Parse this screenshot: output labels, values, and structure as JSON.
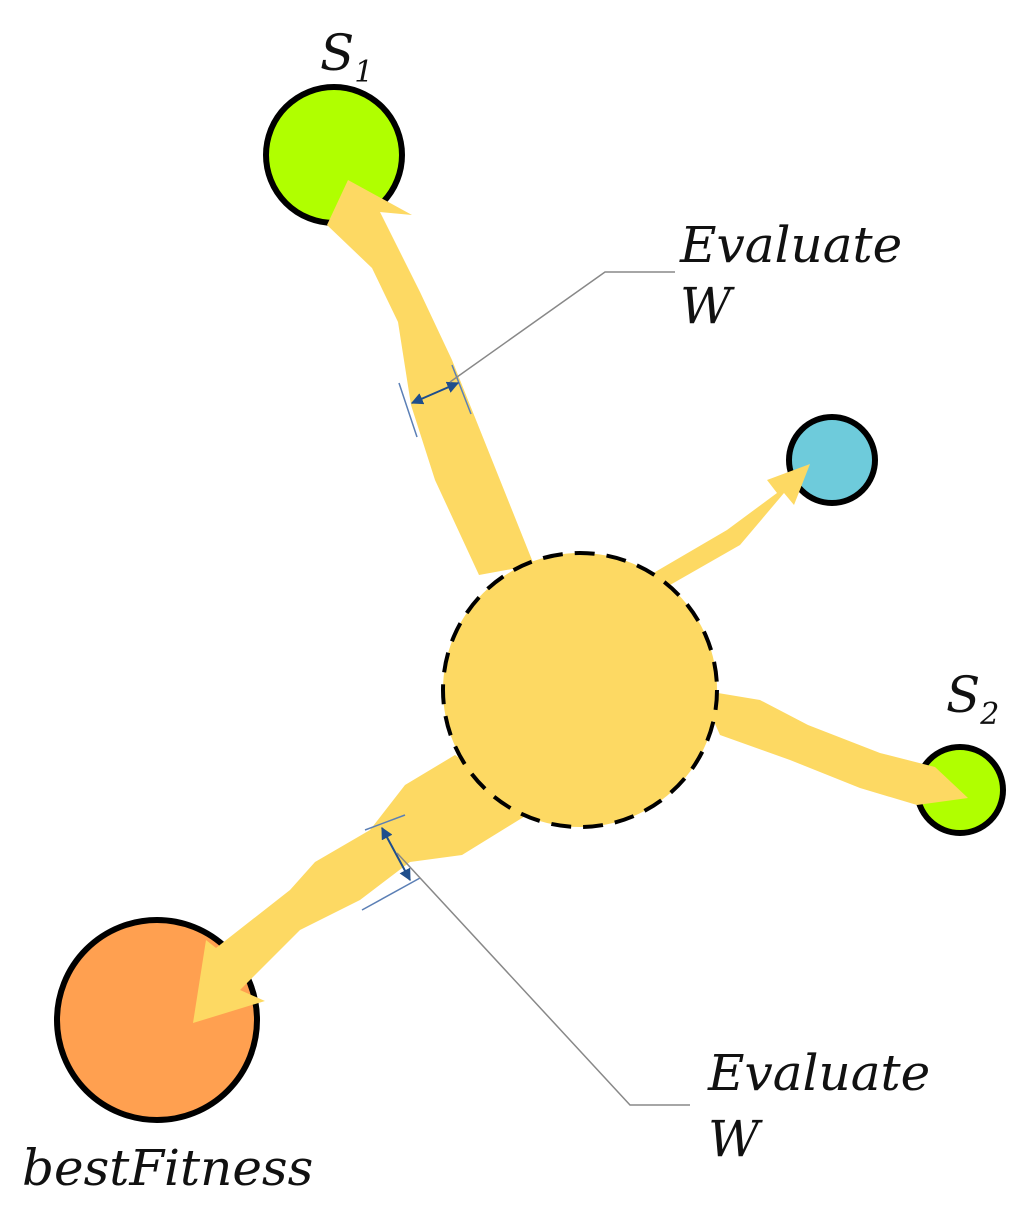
{
  "labels": {
    "s1_main": "S",
    "s1_sub": "1",
    "s2_main": "S",
    "s2_sub": "2",
    "evaluate_top_line1": "Evaluate",
    "evaluate_top_line2": "W",
    "evaluate_bottom_line1": "Evaluate",
    "evaluate_bottom_line2": "W",
    "best_fitness": "bestFitness"
  },
  "colors": {
    "arrow_fill": "#fdd963",
    "center_fill": "#fdd963",
    "s1_fill": "#b0ff00",
    "s2_fill": "#b0ff00",
    "blue_node_fill": "#6ecbdb",
    "best_fill": "#ffa050",
    "outline": "#000000",
    "leader_line": "#888888",
    "measure_arrow": "#1f4e8c"
  }
}
